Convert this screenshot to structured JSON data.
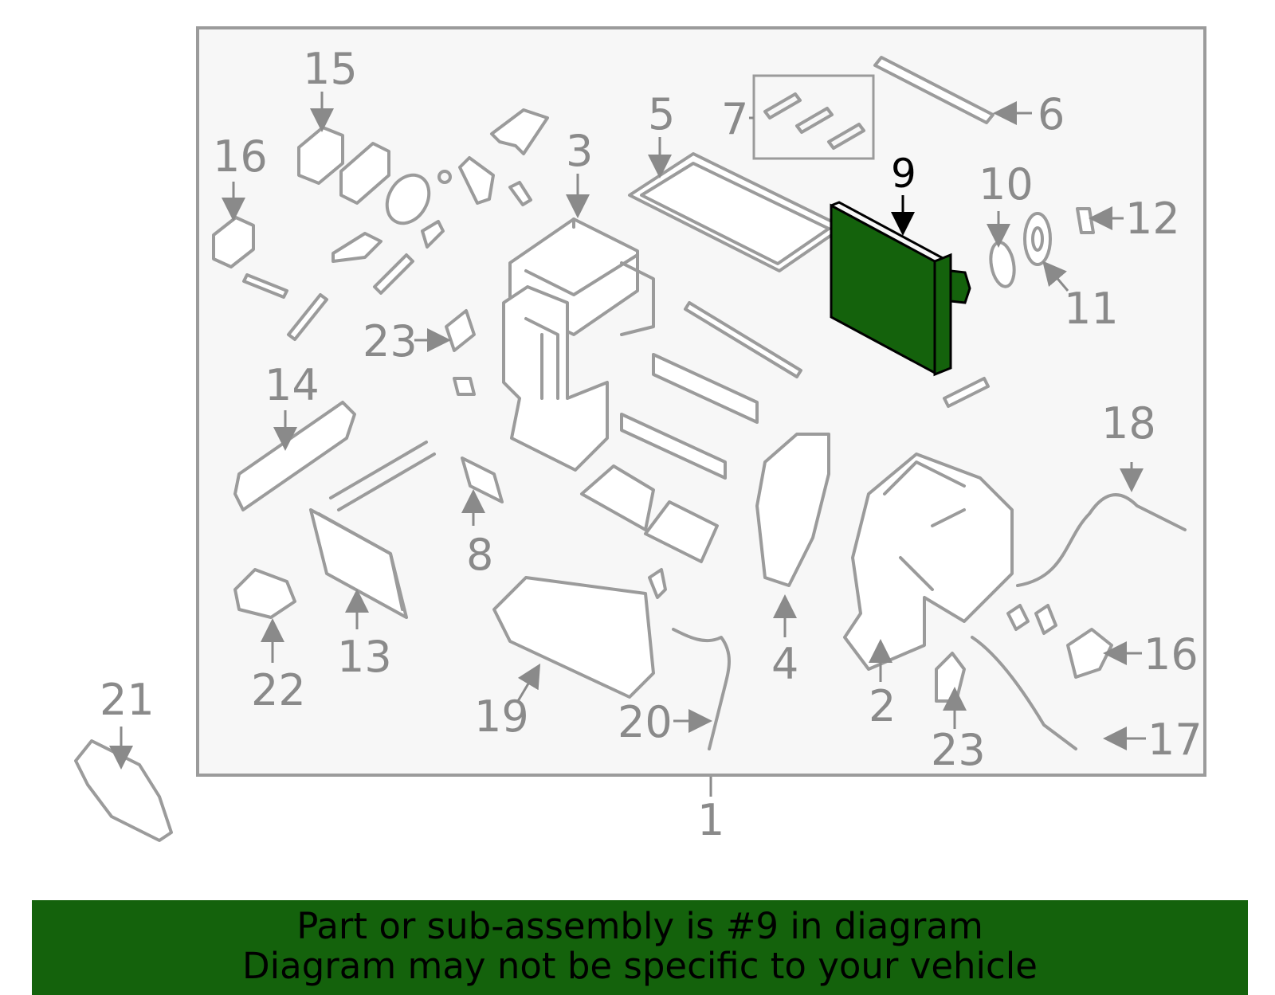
{
  "callouts": {
    "c1": "1",
    "c2": "2",
    "c3": "3",
    "c4": "4",
    "c5": "5",
    "c6": "6",
    "c7": "7",
    "c8": "8",
    "c9": "9",
    "c10": "10",
    "c11": "11",
    "c12": "12",
    "c13": "13",
    "c14": "14",
    "c15": "15",
    "c16a": "16",
    "c16b": "16",
    "c17": "17",
    "c18": "18",
    "c19": "19",
    "c20": "20",
    "c21": "21",
    "c22": "22",
    "c23a": "23",
    "c23b": "23"
  },
  "highlight": {
    "part_number": "9",
    "color": "#14620c"
  },
  "banner": {
    "line1": "Part or sub-assembly is #9 in diagram",
    "line2": "Diagram may not be specific to your vehicle",
    "background": "#14620c"
  }
}
